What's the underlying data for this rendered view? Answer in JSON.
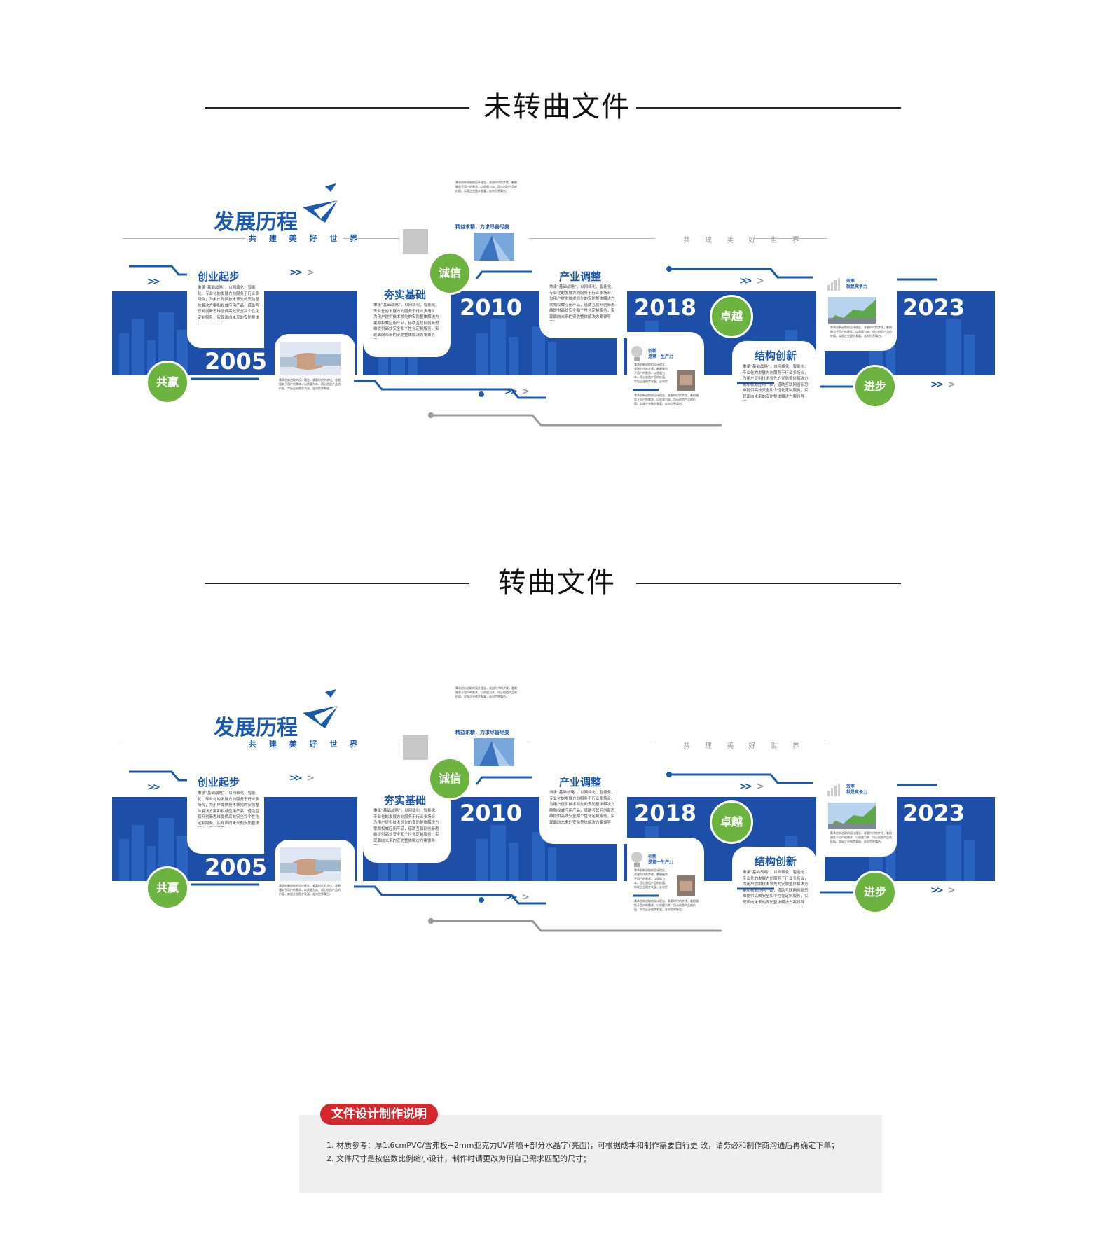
{
  "sections": {
    "top_title": "未转曲文件",
    "bottom_title": "转曲文件"
  },
  "board": {
    "brand_title": "发展历程",
    "brand_sub": "共 建 美 好 世 界",
    "right_sub": "共 建 美 好 世 界",
    "top_caption": "精益求精，力求尽善尽美",
    "years": [
      "2005",
      "2010",
      "2018",
      "2023"
    ],
    "headings": [
      "创业起步",
      "夯实基础",
      "产业调整",
      "结构创新"
    ],
    "badges": [
      "共赢",
      "诚信",
      "卓越",
      "进步"
    ],
    "side_labels": {
      "innovation_1": "创新",
      "innovation_2": "是第一生产力",
      "efficiency_1": "效率",
      "efficiency_2": "就是竞争力"
    },
    "body_text": "秉承“基础战略”，以网络化、智能化、专业化的发展方向服务于行业多场合，为用户提供技术领先的安防整体解决方案和权威应用产品，借助互联网创新思维提供高效安全和个性化定制服务，实现面向未来的安防整体解决方案领导者！",
    "small_text": "秉承创新进取的设计理念，紧跟时代的步伐，着眼服务于用户的需求，以质量为本，用心创造产品的价值，实现企业稳步发展，走向世界舞台。"
  },
  "notes": {
    "tag": "文件设计制作说明",
    "line1": "1. 材质参考：厚1.6cmPVC/雪弗板+2mm亚克力UV背喷+部分水晶字(亮面)，可根据成本和制作需要自行更 改，请务必和制作商沟通后再确定下单；",
    "line2": "2. 文件尺寸是按倍数比例缩小设计，制作时请更改为何自己需求匹配的尺寸；"
  },
  "colors": {
    "blue": "#1d4fa8",
    "dark_blue": "#1b59ad",
    "green": "#6cb33f",
    "red": "#d3292e",
    "gray_panel": "#efefef"
  }
}
